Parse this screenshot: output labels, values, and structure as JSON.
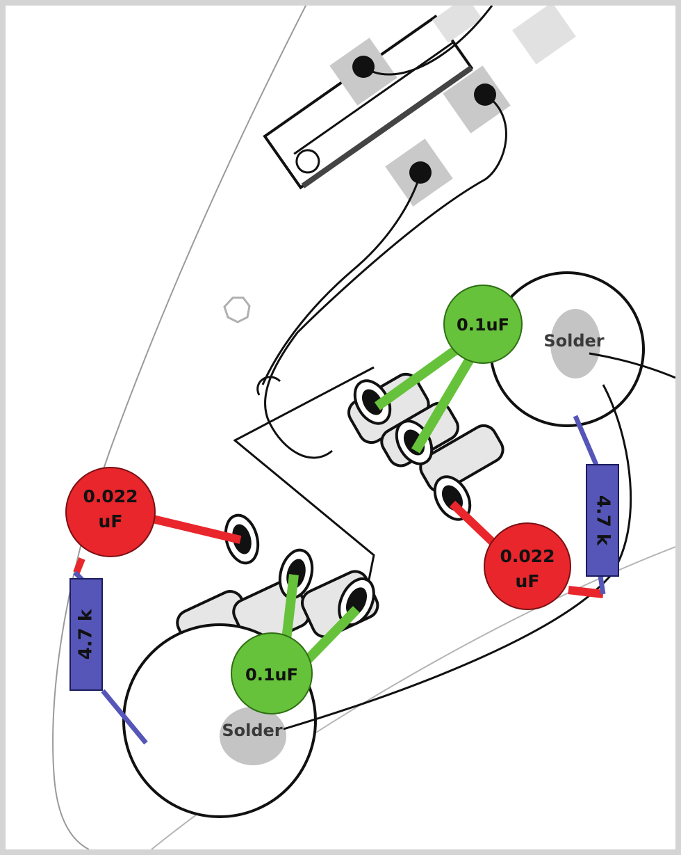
{
  "diagram": {
    "pots": [
      {
        "id": "tone-pot-upper",
        "solder_label": "Solder"
      },
      {
        "id": "tone-pot-lower",
        "solder_label": "Solder"
      }
    ],
    "capacitors_small": [
      {
        "label": "0.1uF",
        "color": "#66c23a"
      },
      {
        "label": "0.1uF",
        "color": "#66c23a"
      }
    ],
    "capacitors_tone": [
      {
        "line1": "0.022",
        "line2": "uF",
        "color": "#e8262c"
      },
      {
        "line1": "0.022",
        "line2": "uF",
        "color": "#e8262c"
      }
    ],
    "resistors": [
      {
        "label": "4.7 k",
        "color": "#5556b8"
      },
      {
        "label": "4.7 k",
        "color": "#5556b8"
      }
    ]
  }
}
